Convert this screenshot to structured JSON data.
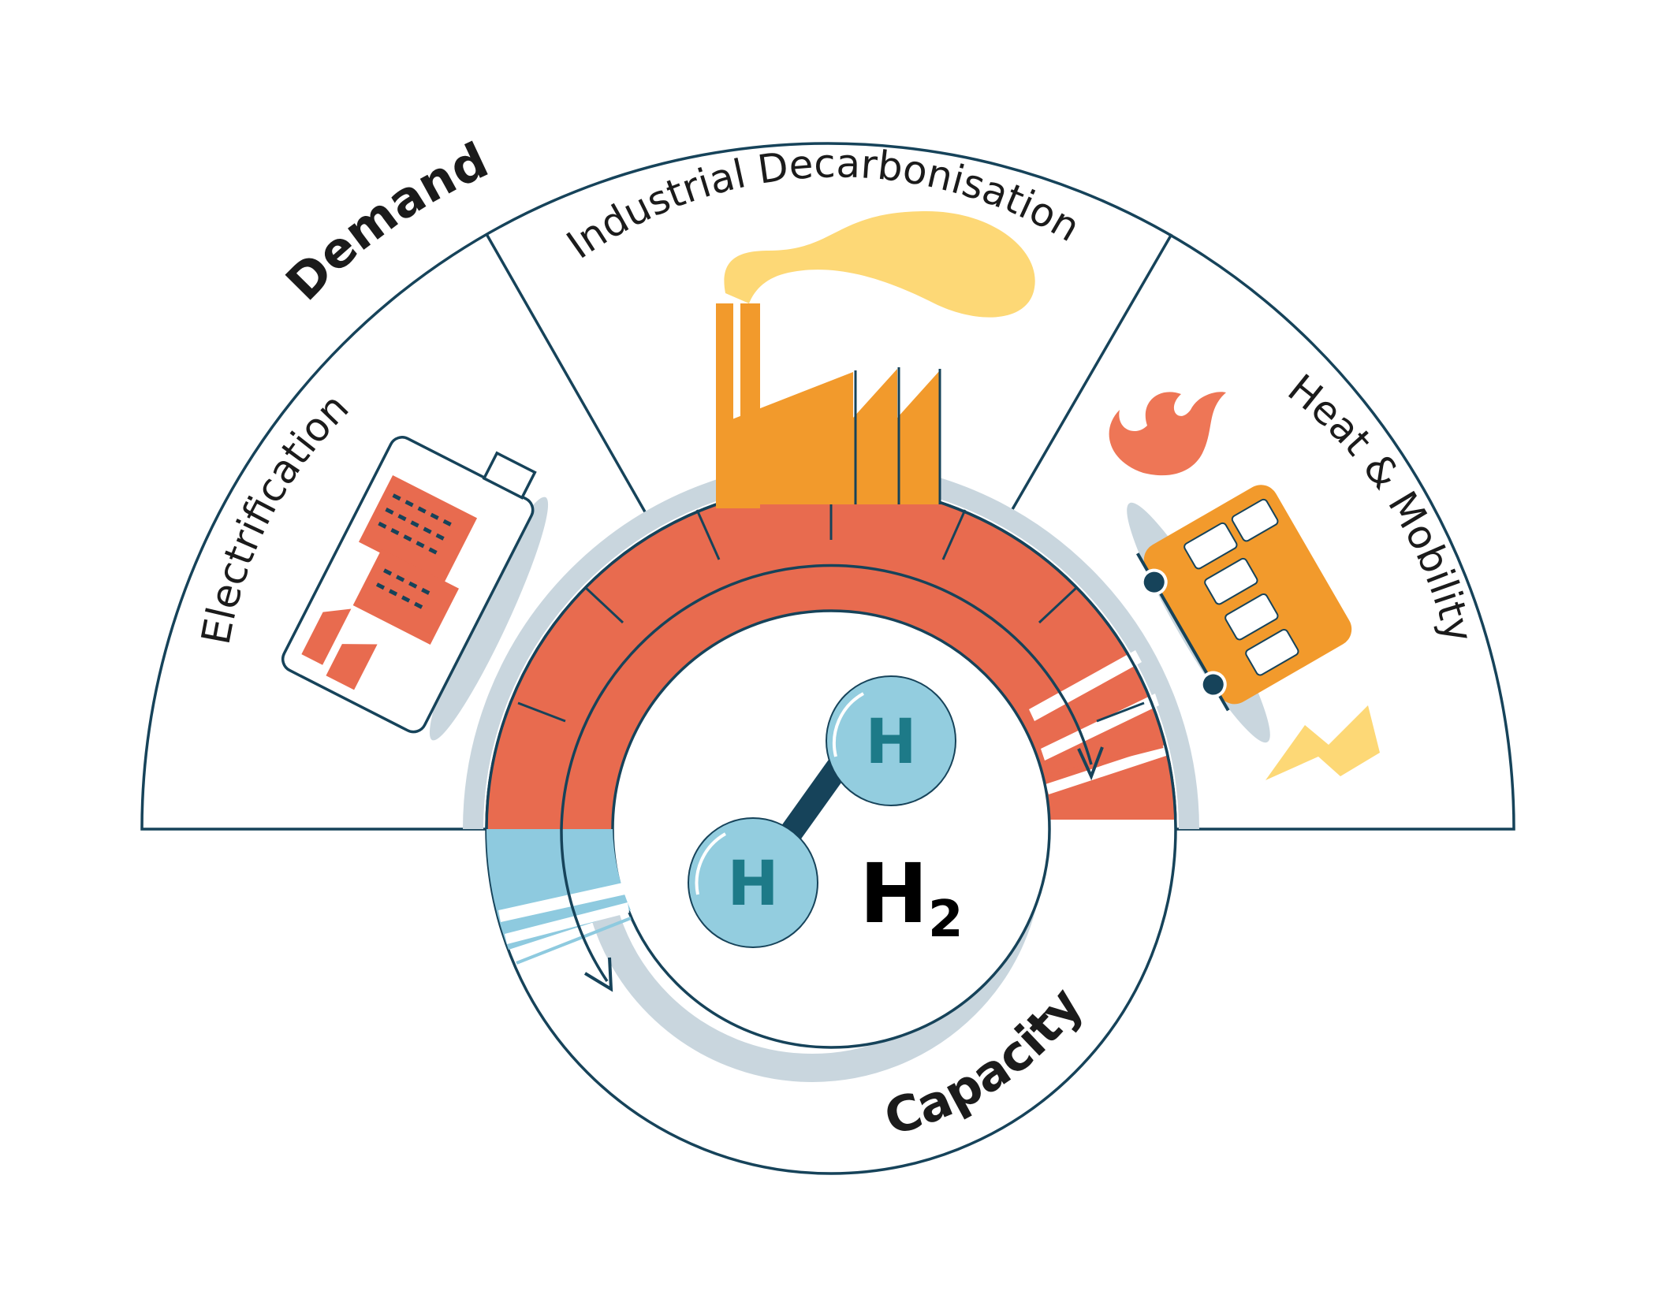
{
  "labels": {
    "demand": "Demand",
    "capacity": "Capacity",
    "industrial": "Industrial Decarbonisation",
    "electrification": "Electrification",
    "heat_mobility": "Heat & Mobility",
    "h2_main": "H",
    "h2_sub": "2",
    "atom_1": "H",
    "atom_2": "H"
  },
  "colors": {
    "outline": "#16435a",
    "demand_ring": "#e86b4f",
    "capacity_ring": "#8ecadf",
    "shadow": "#c9d6de",
    "factory": "#f29a2c",
    "smoke": "#fdd876",
    "atom": "#93cddf",
    "atom_letter": "#1d7a88",
    "bond": "#16435a",
    "flame": "#ee7656",
    "bus": "#f29a2c",
    "lightning": "#fdd876"
  },
  "icons": [
    "battery-city-icon",
    "factory-icon",
    "flame-icon",
    "bus-icon",
    "lightning-icon",
    "hydrogen-molecule-icon"
  ]
}
